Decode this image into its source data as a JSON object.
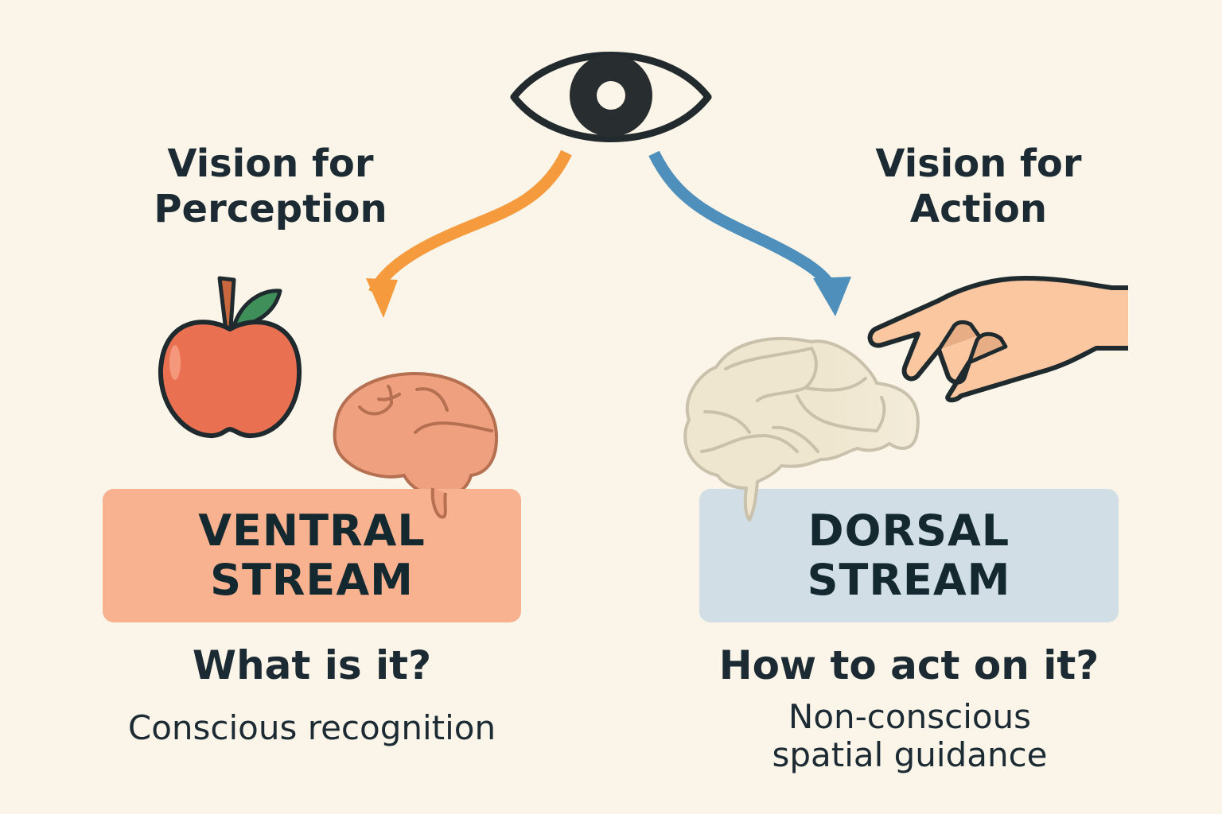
{
  "colors": {
    "background": "#faf5e8",
    "text": "#1c2b33",
    "ventral_accent": "#f59a3d",
    "dorsal_accent": "#4f8fbb",
    "ventral_box": "#f8b290",
    "dorsal_box": "#d1dee6",
    "apple": "#ea7052",
    "brain_ventral": "#efa07f",
    "brain_dorsal": "#efe6cf",
    "hand": "#fac7a0"
  },
  "icons": {
    "eye": "eye-icon",
    "apple": "apple-icon",
    "ventral_brain": "brain-icon",
    "dorsal_brain": "brain-icon",
    "hand": "reaching-hand-icon"
  },
  "left": {
    "heading_line1": "Vision for",
    "heading_line2": "Perception",
    "box_line1": "VENTRAL",
    "box_line2": "STREAM",
    "question": "What is it?",
    "description": "Conscious recognition"
  },
  "right": {
    "heading_line1": "Vision for",
    "heading_line2": "Action",
    "box_line1": "DORSAL",
    "box_line2": "STREAM",
    "question": "How to act on it?",
    "description_line1": "Non-conscious",
    "description_line2": "spatial guidance"
  }
}
